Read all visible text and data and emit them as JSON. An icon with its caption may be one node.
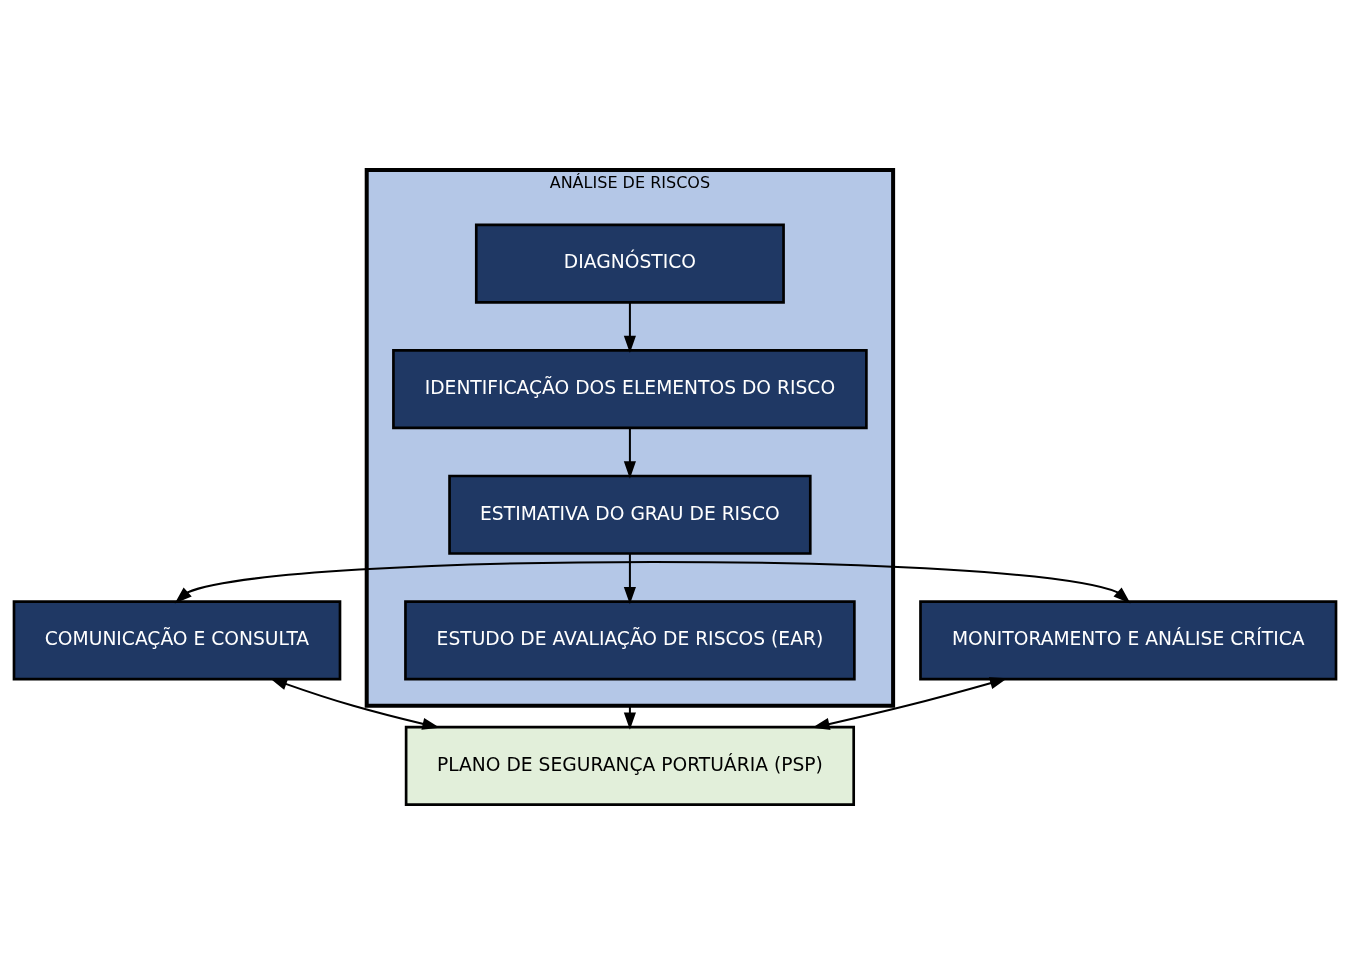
{
  "diagram": {
    "nodes": [
      {
        "text": [
          "ANÁLISE DE RISCOS"
        ]
      },
      {
        "text": [
          "DIAGNÓSTICO"
        ],
        "in": 0
      },
      {
        "text": [
          "IDENTIFICAÇÃO DOS ELEMENTOS DO RISCO"
        ],
        "in": 0
      },
      {
        "text": [
          "ESTIMATIVA DO GRAU DE RISCO"
        ],
        "in": 0
      },
      {
        "text": [
          "ESTUDO DE AVALIAÇÃO DE RISCOS (EAR)"
        ],
        "in": 0
      },
      {
        "text": [
          "COMUNICAÇÃO E CONSULTA"
        ]
      },
      {
        "text": [
          "MONITORAMENTO E ANÁLISE CRÍTICA"
        ]
      },
      {
        "text": [
          "PLANO DE SEGURANÇA PORTUÁRIA (PSP)"
        ]
      }
    ],
    "edges": [
      {
        "from": 1,
        "to": 2,
        "arrow": "to"
      },
      {
        "from": 2,
        "to": 3,
        "arrow": "to"
      },
      {
        "from": 3,
        "to": 4,
        "arrow": "to"
      },
      {
        "from": 0,
        "to": 7,
        "arrow": "to"
      },
      {
        "from": 5,
        "to": 6,
        "arrow": "both"
      },
      {
        "from": 5,
        "to": 7,
        "arrow": "both"
      },
      {
        "from": 6,
        "to": 7,
        "arrow": "both"
      }
    ]
  }
}
